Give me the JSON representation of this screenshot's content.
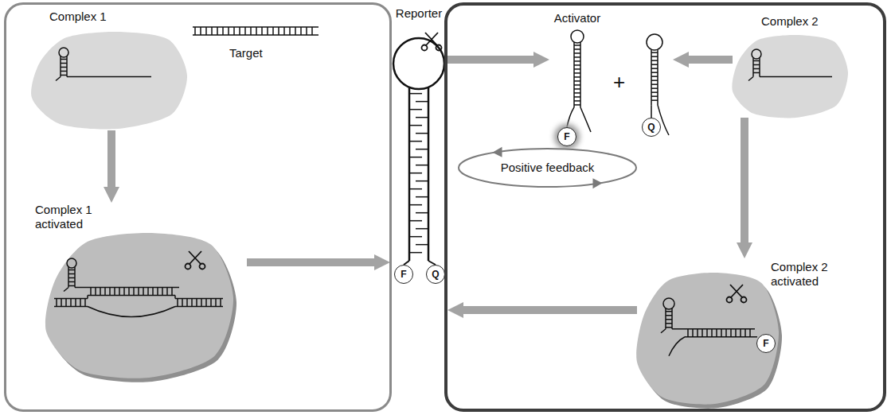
{
  "diagram": {
    "nodes": [
      {
        "text": []
      },
      {
        "text": [
          "Complex 1"
        ],
        "in": 0
      },
      {
        "text": [
          "Target"
        ],
        "in": 0
      },
      {
        "text": [
          "Complex 1 activated"
        ],
        "in": 0
      },
      {
        "text": [
          "Reporter"
        ]
      },
      {
        "text": [
          "F"
        ],
        "in": 4
      },
      {
        "text": [
          "Q"
        ],
        "in": 4
      },
      {
        "text": []
      },
      {
        "text": [
          "Activator"
        ],
        "in": 7
      },
      {
        "text": [
          "F"
        ],
        "in": 8
      },
      {
        "text": [],
        "in": 7
      },
      {
        "text": [
          "Q"
        ],
        "in": 10
      },
      {
        "text": [
          "Complex 2"
        ],
        "in": 7
      },
      {
        "text": [
          "Positive feedback"
        ],
        "in": 7
      },
      {
        "text": [
          "Complex 2 activated"
        ],
        "in": 7
      },
      {
        "text": [
          "F"
        ],
        "in": 14
      }
    ],
    "edges": [
      {
        "from": 1,
        "to": 3,
        "arrow": "to"
      },
      {
        "from": 3,
        "to": 4,
        "arrow": "to"
      },
      {
        "from": 4,
        "to": 8,
        "arrow": "to"
      },
      {
        "from": 12,
        "to": 10,
        "arrow": "to"
      },
      {
        "from": 12,
        "to": 14,
        "arrow": "to"
      },
      {
        "from": 14,
        "to": 4,
        "arrow": "to"
      }
    ],
    "labels": [
      "+"
    ]
  }
}
